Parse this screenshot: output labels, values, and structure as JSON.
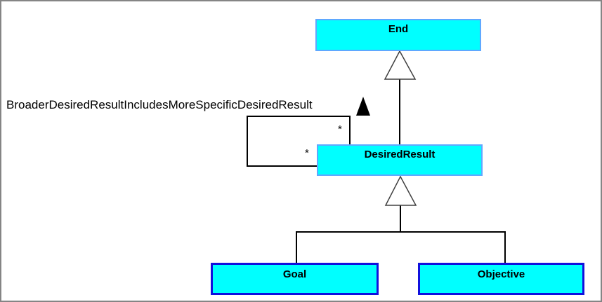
{
  "window": {
    "background": "#FFFFFF",
    "frame_color": "#858585"
  },
  "diagram": {
    "type": "uml-class-generalization-diagram",
    "classes": [
      {
        "name": "End"
      },
      {
        "name": "DesiredResult"
      },
      {
        "name": "Goal"
      },
      {
        "name": "Objective"
      }
    ],
    "association": {
      "label": "BroaderDesiredResultIncludesMoreSpecificDesiredResult",
      "direction_arrow_icon": "filled-triangle-up",
      "source_multiplicity": "*",
      "target_multiplicity": "*"
    },
    "colors": {
      "class_fill": "#00FFFF",
      "class_border_light": "#5FA8FF",
      "class_border_dark": "#1111DD",
      "connector": "#000000",
      "generalization_triangle_fill": "#FFFFFF",
      "generalization_triangle_stroke": "#404040"
    }
  }
}
